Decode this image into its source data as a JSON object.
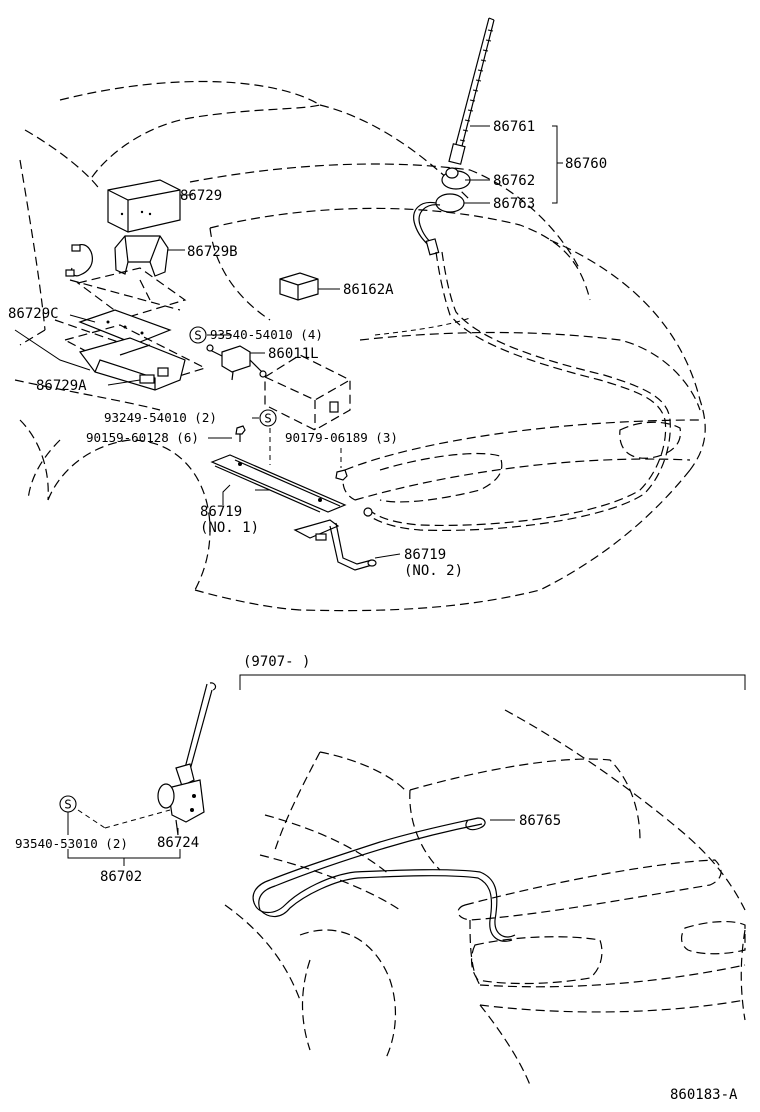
{
  "parts": {
    "antenna_rod": "86761",
    "antenna_assy": "86760",
    "antenna_base": "86762",
    "antenna_cable_base": "86763",
    "module_top": "86729",
    "module_bracket": "86729B",
    "box_small": "86162A",
    "cover_plate": "86729C",
    "screw_a": "93540-54010 (4)",
    "amplifier": "86011L",
    "bracket_base": "86729A",
    "screw_b": "93249-54010 (2)",
    "screw_c": "90159-60128 (6)",
    "nut": "90179-06189 (3)",
    "stay_no1": "86719",
    "stay_no1_sub": "(NO. 1)",
    "stay_no2": "86719",
    "stay_no2_sub": "(NO. 2)",
    "cord_rear": "86765",
    "plug_assy": "86724",
    "screw_d": "93540-53010 (2)",
    "plug_set": "86702"
  },
  "variant": {
    "range_label": "(9707-      )"
  },
  "symbols": {
    "s_mark": "S"
  },
  "footer": {
    "diagram_id": "860183-A"
  }
}
